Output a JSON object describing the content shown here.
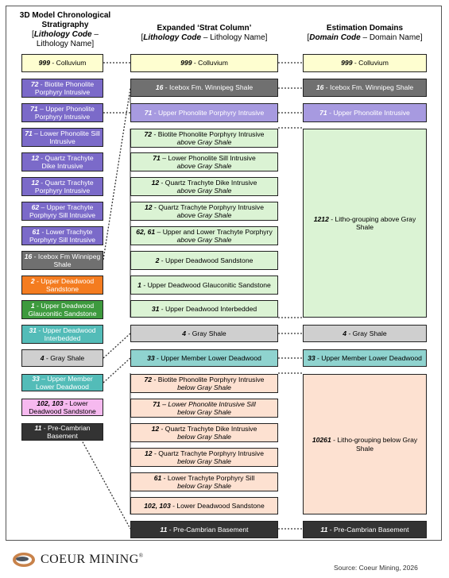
{
  "headers": {
    "col1": {
      "title1": "3D Model Chronological",
      "title2": "Stratigraphy",
      "sub_code": "Lithology Code",
      "sub_sep": " –",
      "sub_name": "Lithology Name]",
      "sub_open": "["
    },
    "col2": {
      "title": "Expanded ‘Strat Column’",
      "sub_open": "[",
      "sub_code": "Lithology Code",
      "sub_name": " – Lithology Name]"
    },
    "col3": {
      "title": "Estimation Domains",
      "sub_open": "[",
      "sub_code": "Domain Code",
      "sub_name": " – Domain Name]"
    }
  },
  "colors": {
    "yellow": "#fefed0",
    "gray_dark": "#707070",
    "purple": "#7b6ac9",
    "purple_light": "#a79ae0",
    "green_light": "#dbf3d4",
    "orange": "#f47c20",
    "green": "#3d9a3e",
    "teal": "#53bcb8",
    "gray_light": "#cfcfcf",
    "teal_light": "#8fd3cf",
    "pink": "#f6b9ef",
    "black": "#333333",
    "peach": "#fde1d1"
  },
  "col1": [
    {
      "code": "999",
      "name": " - Colluvium"
    },
    {
      "code": "72",
      "name": " - Biotite Phonolite Porphyry Intrusive"
    },
    {
      "code": "71",
      "name": " – Upper Phonolite Porphyry Intrusive"
    },
    {
      "code": "71",
      "name": " – Lower Phonolite Sill Intrusive"
    },
    {
      "code": "12",
      "name": " - Quartz Trachyte Dike Intrusive"
    },
    {
      "code": "12",
      "name": " - Quartz Trachyte Porphyry Intrusive"
    },
    {
      "code": "62",
      "name": " – Upper Trachyte Porphyry Sill Intrusive"
    },
    {
      "code": "61",
      "name": " - Lower Trachyte Porphyry Sill Intrusive"
    },
    {
      "code": "16",
      "name": " - Icebox Fm Winnipeg Shale"
    },
    {
      "code": "2",
      "name": " - Upper Deadwood Sandstone"
    },
    {
      "code": "1",
      "name": " - Upper Deadwood Glauconitic Sandstone"
    },
    {
      "code": "31",
      "name": " - Upper Deadwood Interbedded"
    },
    {
      "code": "4",
      "name": " - Gray Shale"
    },
    {
      "code": "33",
      "name": " – Upper Member Lower Deadwood"
    },
    {
      "code": "102, 103",
      "name": " - Lower Deadwood Sandstone"
    },
    {
      "code": "11",
      "name": " - Pre-Cambrian Basement"
    }
  ],
  "col2": [
    {
      "code": "999",
      "name": " - Colluvium",
      "tail": ""
    },
    {
      "code": "16",
      "name": " - Icebox Fm. Winnipeg Shale",
      "tail": ""
    },
    {
      "code": "71",
      "name": " - Upper Phonolite Porphyry Intrusive",
      "tail": ""
    },
    {
      "code": "72",
      "name": " - Biotite Phonolite Porphyry Intrusive",
      "tail": "above Gray Shale"
    },
    {
      "code": "71",
      "name": " – Lower Phonolite Sill Intrusive",
      "tail": "above Gray Shale"
    },
    {
      "code": "12",
      "name": " - Quartz Trachyte Dike Intrusive",
      "tail": "above Gray Shale"
    },
    {
      "code": "12",
      "name": " - Quartz Trachyte Porphyry Intrusive",
      "tail": "above Gray Shale"
    },
    {
      "code": "62, 61",
      "name": " – Upper and Lower Trachyte Porphyry",
      "tail": "above Gray Shale"
    },
    {
      "code": "2",
      "name": " - Upper Deadwood Sandstone",
      "tail": ""
    },
    {
      "code": "1",
      "name": " - Upper Deadwood Glauconitic Sandstone",
      "tail": ""
    },
    {
      "code": "31",
      "name": " - Upper Deadwood Interbedded",
      "tail": ""
    },
    {
      "code": "4",
      "name": " - Gray Shale",
      "tail": ""
    },
    {
      "code": "33",
      "name": " - Upper Member Lower Deadwood",
      "tail": ""
    },
    {
      "code": "72",
      "name": " - Biotite Phonolite Porphyry Intrusive",
      "tail": "below Gray Shale"
    },
    {
      "code": "71",
      "name": " – Lower Phonolite Intrusive Sill",
      "tail": "below Gray Shale"
    },
    {
      "code": "12",
      "name": " - Quartz Trachyte Dike Intrusive",
      "tail": "below Gray Shale"
    },
    {
      "code": "12",
      "name": " - Quartz Trachyte Porphyry Intrusive",
      "tail": "below Gray Shale"
    },
    {
      "code": "61",
      "name": " - Lower Trachyte Porphyry Sill",
      "tail": "below Gray Shale"
    },
    {
      "code": "102, 103",
      "name": " - Lower Deadwood Sandstone",
      "tail": ""
    },
    {
      "code": "11",
      "name": " - Pre-Cambrian Basement",
      "tail": ""
    }
  ],
  "col3": [
    {
      "code": "999",
      "name": " - Colluvium"
    },
    {
      "code": "16",
      "name": " - Icebox Fm. Winnipeg Shale"
    },
    {
      "code": "71",
      "name": " - Upper Phonolite Intrusive"
    },
    {
      "code": "1212",
      "name": " - Litho-grouping above Gray Shale"
    },
    {
      "code": "4",
      "name": " - Gray Shale"
    },
    {
      "code": "33",
      "name": " - Upper Member Lower Deadwood"
    },
    {
      "code": "10261",
      "name": " - Litho-grouping below Gray Shale"
    },
    {
      "code": "11",
      "name": " - Pre-Cambrian Basement"
    }
  ],
  "footer": {
    "logo_text": "COEUR MINING",
    "logo_reg": "®",
    "source": "Source: Coeur Mining, 2026"
  }
}
